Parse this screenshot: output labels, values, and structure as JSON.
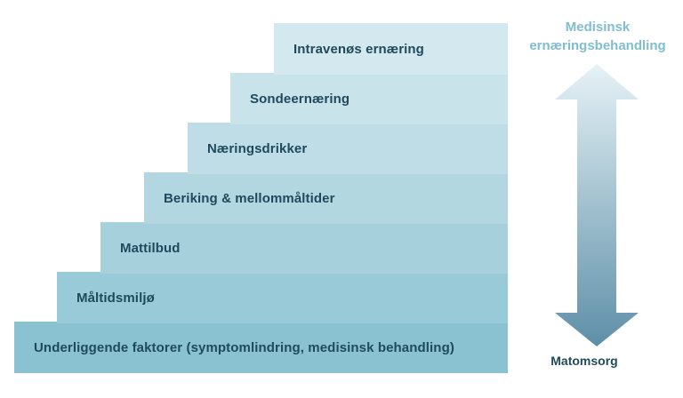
{
  "steps": [
    {
      "label": "Underliggende faktorer (symptomlindring, medisinsk behandling)",
      "color": "#8bc2d1"
    },
    {
      "label": "Måltidsmiljø",
      "color": "#99cad7"
    },
    {
      "label": "Mattilbud",
      "color": "#a6d1dc"
    },
    {
      "label": "Beriking & mellommåltider",
      "color": "#b2d7e1"
    },
    {
      "label": "Næringsdrikker",
      "color": "#bedde6"
    },
    {
      "label": "Sondeernæring",
      "color": "#c9e3ea"
    },
    {
      "label": "Intravenøs ernæring",
      "color": "#d4e9ef"
    }
  ],
  "scale": {
    "top_label": "Medisinsk\nernæringsbehandling",
    "bottom_label": "Matomsorg",
    "top_color": "#e6f2f6",
    "bottom_color": "#5e8fa8"
  }
}
